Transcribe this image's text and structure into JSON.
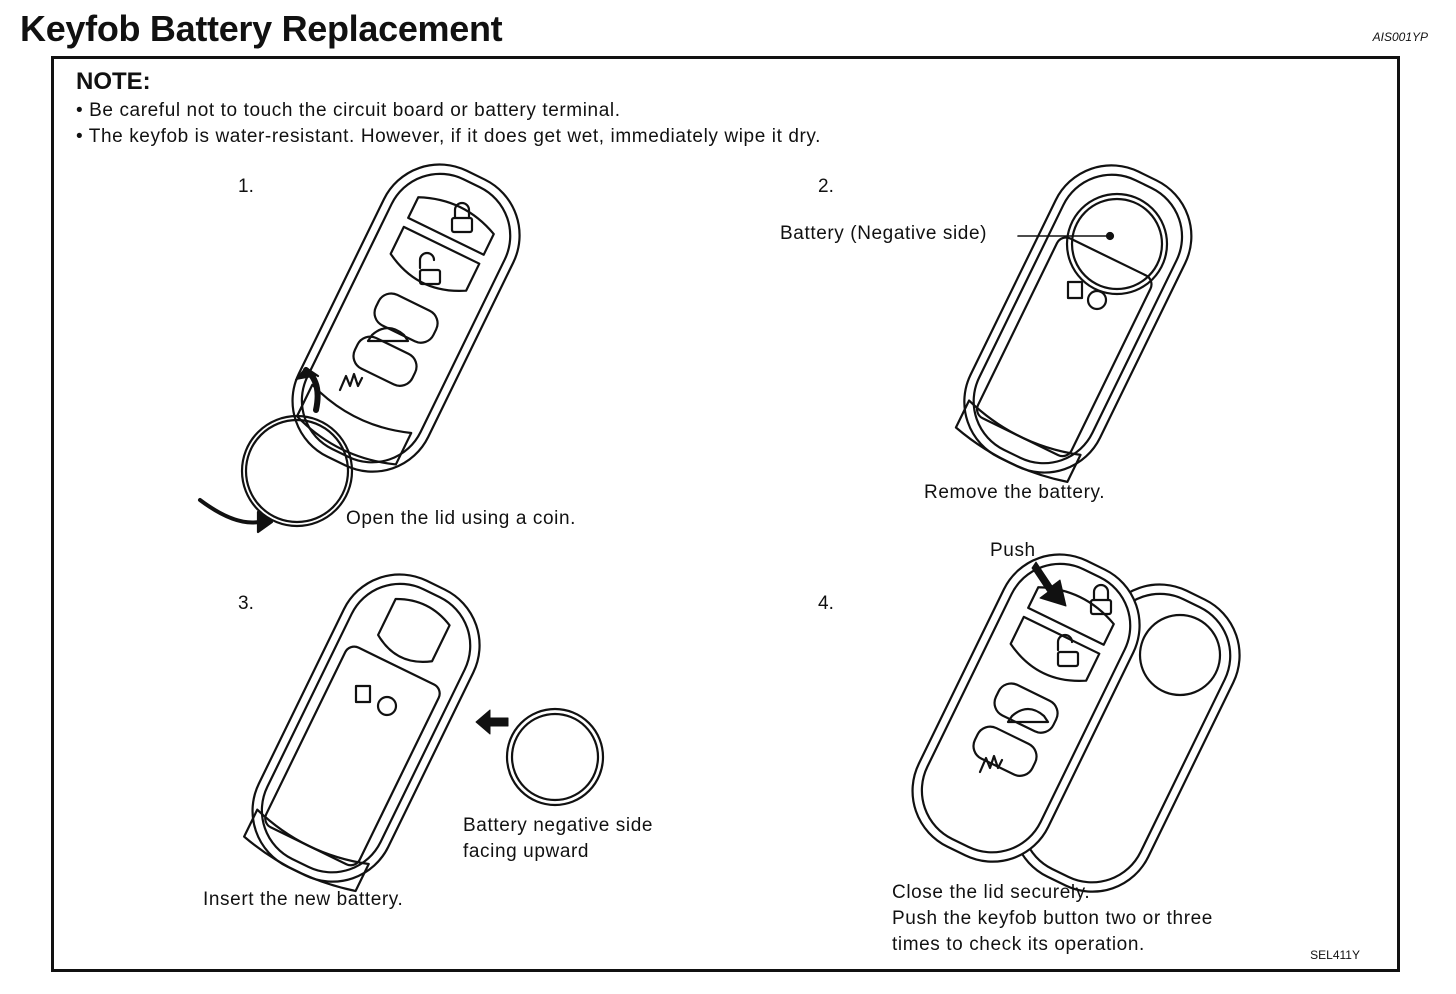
{
  "title": "Keyfob Battery Replacement",
  "doc_code": "AIS001YP",
  "note": {
    "heading": "NOTE:",
    "items": [
      "• Be careful not to touch the circuit board or battery terminal.",
      "• The keyfob is water-resistant. However, if it does get wet, immediately wipe it dry."
    ]
  },
  "steps": [
    {
      "number": "1.",
      "caption": "Open the lid using a coin."
    },
    {
      "number": "2.",
      "caption": "Remove the battery.",
      "callout": "Battery (Negative side)"
    },
    {
      "number": "3.",
      "caption": "Insert the new battery.",
      "callout_lines": [
        "Battery negative side",
        "facing upward"
      ]
    },
    {
      "number": "4.",
      "callout": "Push",
      "caption_lines": [
        "Close the lid securely.",
        "Push the keyfob button two or three",
        "times to check its operation."
      ]
    }
  ],
  "figure_ref": "SEL411Y"
}
